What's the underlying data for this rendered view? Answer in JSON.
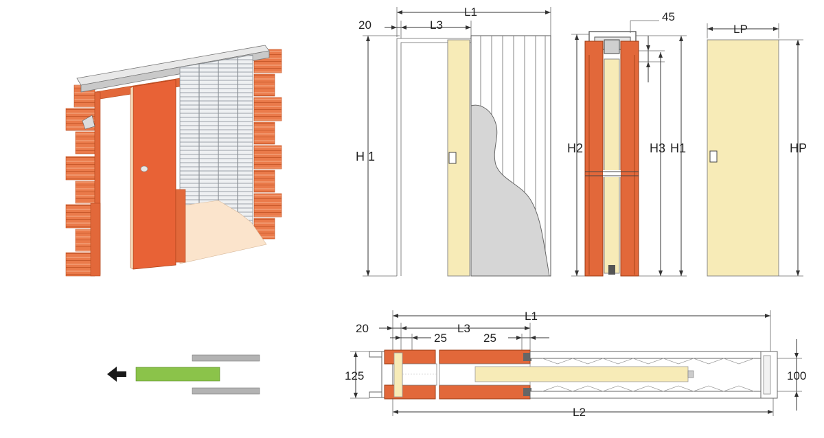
{
  "colors": {
    "brick": "#ea7a4a",
    "door": "#e86236",
    "frame_orange": "#e2683a",
    "panel_cream": "#f7ebb7",
    "plaster": "#d8d8d8",
    "metal": "#b5b9bd",
    "green_arrow_block": "#8bc34a",
    "gray_bar": "#a8a8a8",
    "arrow": "#1a1a1a"
  },
  "icons": {
    "direction_arrow": "arrow-left-icon"
  },
  "front_view": {
    "width_total": "L1",
    "offset_left": "20",
    "passage_width": "L3",
    "height_total": "H 1"
  },
  "section_view": {
    "top_offset": "45",
    "height_left": "H2",
    "height_inner": "H3",
    "height_outer": "H1"
  },
  "panel_view": {
    "width": "LP",
    "height": "HP"
  },
  "plan_view": {
    "width_total": "L1",
    "offset_left": "20",
    "passage_width": "L3",
    "gap_left": "25",
    "gap_right": "25",
    "depth_outer": "125",
    "depth_inner": "100",
    "length_total": "L2"
  }
}
